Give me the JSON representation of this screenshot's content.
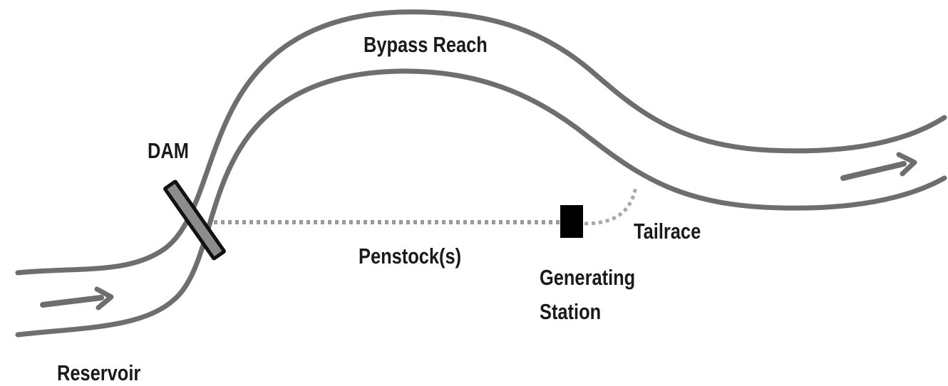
{
  "labels": {
    "bypass_reach": "Bypass Reach",
    "dam": "DAM",
    "penstock": "Penstock(s)",
    "tailrace": "Tailrace",
    "generating_station_line1": "Generating",
    "generating_station_line2": "Station",
    "reservoir": "Reservoir"
  },
  "colors": {
    "river_bank": "#6e6e6e",
    "dam_fill": "#8c8c8c",
    "dam_outline": "#111111",
    "station": "#000000",
    "penstock": "#9a9a9a",
    "tailrace": "#a8a8a8",
    "flow_arrow": "#6e6e6e",
    "text": "#1a1a1a"
  }
}
